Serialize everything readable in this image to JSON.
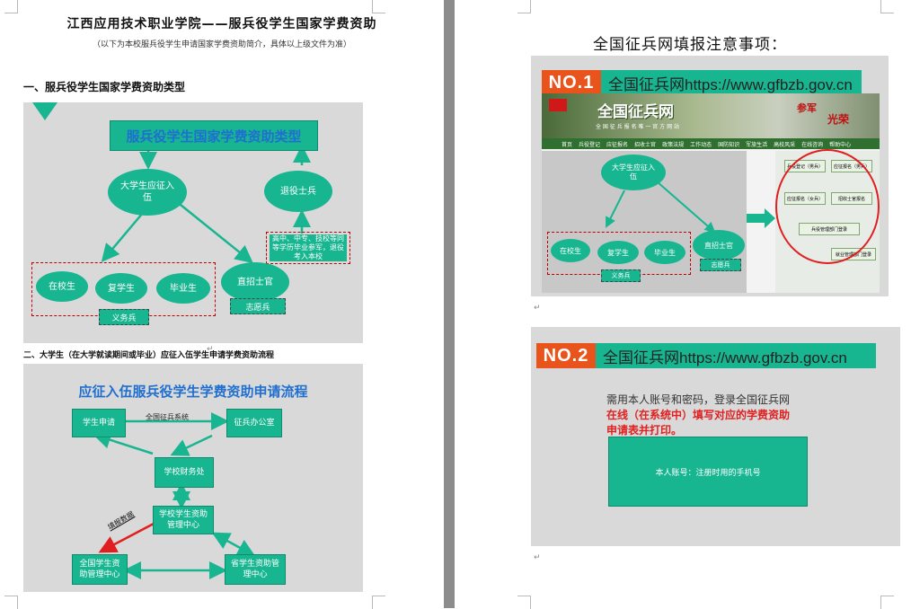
{
  "left_page": {
    "title": "江西应用技术职业学院——服兵役学生国家学费资助",
    "subtitle": "（以下为本校服兵役学生申请国家学费资助简介，具体以上级文件为准）",
    "section1_heading": "一、服兵役学生国家学费资助类型",
    "diagram1": {
      "title": "服兵役学生国家学费资助类型",
      "node_student": "大学生应征入伍",
      "node_retired": "退役士兵",
      "node_retired_desc": "高中、中专、技校等同等学历毕业参军，退役考入本校",
      "node_in_school": "在校生",
      "node_resume": "复学生",
      "node_graduate": "毕业生",
      "group_label": "义务兵",
      "node_officer": "直招士官",
      "officer_label": "志愿兵"
    },
    "section2_heading": "二、大学生（在大学就读期间或毕业）应征入伍学生申请学费资助流程",
    "diagram2": {
      "title": "应征入伍服兵役学生学费资助申请流程",
      "node_apply": "学生申请",
      "system_label": "全国征兵系统",
      "node_office": "征兵办公室",
      "node_finance": "学校财务处",
      "node_school_center": "学校学生资助管理中心",
      "report_label": "填报数据",
      "node_national_center": "全国学生资助管理中心",
      "node_province_center": "省学生资助管理中心"
    }
  },
  "right_page": {
    "title": "全国征兵网填报注意事项：",
    "no1_badge": "NO.1",
    "no1_text": "全国征兵网https://www.gfbzb.gov.cn",
    "website": {
      "logo": "全国征兵网",
      "logo_sub": "全 国 征 兵 报 名 唯 一 官 方 网 站",
      "slogan1": "参军",
      "slogan2": "光荣",
      "nav": [
        "首页",
        "兵役登记",
        "应征报名",
        "招收士官",
        "政策法规",
        "工作动态",
        "国防知识",
        "军旅生活",
        "高校风采",
        "在线咨询",
        "帮助中心"
      ],
      "buttons": [
        "兵役登记（男兵）",
        "应征报名（男兵）",
        "应征报名（女兵）",
        "招收士官报名",
        "兵役管理部门登录",
        "就业管理部门登录"
      ]
    },
    "mini": {
      "node_student": "大学生应征入伍",
      "node_in_school": "在校生",
      "node_resume": "复学生",
      "node_graduate": "毕业生",
      "group_label": "义务兵",
      "node_officer": "直招士官",
      "officer_label": "志愿兵"
    },
    "no2_badge": "NO.2",
    "no2_text": "全国征兵网https://www.gfbzb.gov.cn",
    "no2_line1": "需用本人账号和密码，登录全国征兵网",
    "no2_line2": "在线（在系统中）填写对应的学费资助",
    "no2_line3": "申请表并打印。",
    "account_box": "本人账号：注册时用的手机号"
  },
  "colors": {
    "teal": "#18b591",
    "grey_panel": "#d9d9d9",
    "dash_red": "#c00000",
    "badge_orange": "#e8541c",
    "title_blue": "#1f6fd1",
    "alert_red": "#e02020"
  }
}
